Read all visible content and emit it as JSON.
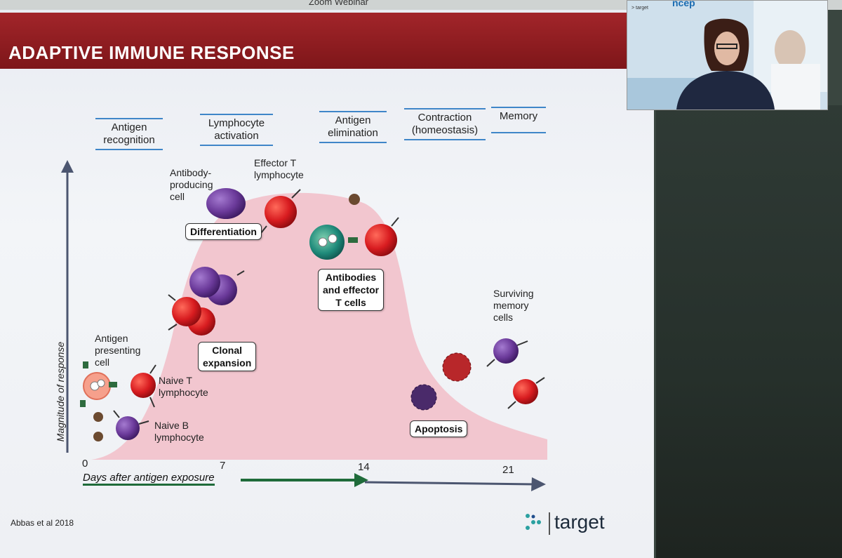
{
  "window": {
    "title": "Zoom Webinar"
  },
  "slide": {
    "title": "ADAPTIVE IMMUNE RESPONSE",
    "phases": [
      "Antigen\nrecognition",
      "Lymphocyte\nactivation",
      "Antigen\nelimination",
      "Contraction\n(homeostasis)",
      "Memory"
    ],
    "labels": {
      "antibody_cell": "Antibody-\nproducing\ncell",
      "effector_t": "Effector T\nlymphocyte",
      "apc": "Antigen\npresenting\ncell",
      "naive_t": "Naive T\nlymphocyte",
      "naive_b": "Naive B\nlymphocyte",
      "surviving": "Surviving\nmemory\ncells"
    },
    "boxes": {
      "differentiation": "Differentiation",
      "clonal": "Clonal\nexpansion",
      "antibodies": "Antibodies\nand effector\nT cells",
      "apoptosis": "Apoptosis"
    },
    "y_axis_label": "Magnitude of response",
    "x_axis_label": "Days after antigen exposure",
    "x_ticks": [
      "0",
      "7",
      "14",
      "21"
    ],
    "citation": "Abbas et al  2018",
    "brand": "target"
  },
  "webcam": {
    "logo_text": "ncep",
    "brand_text": "> target"
  },
  "colors": {
    "header": "#8e1c20",
    "curve": "#f2c6cf",
    "arrow_green": "#1f6b3a",
    "arrow_gray": "#4c5670",
    "t_cell": "#d81c20",
    "b_cell": "#6b3a9a"
  }
}
